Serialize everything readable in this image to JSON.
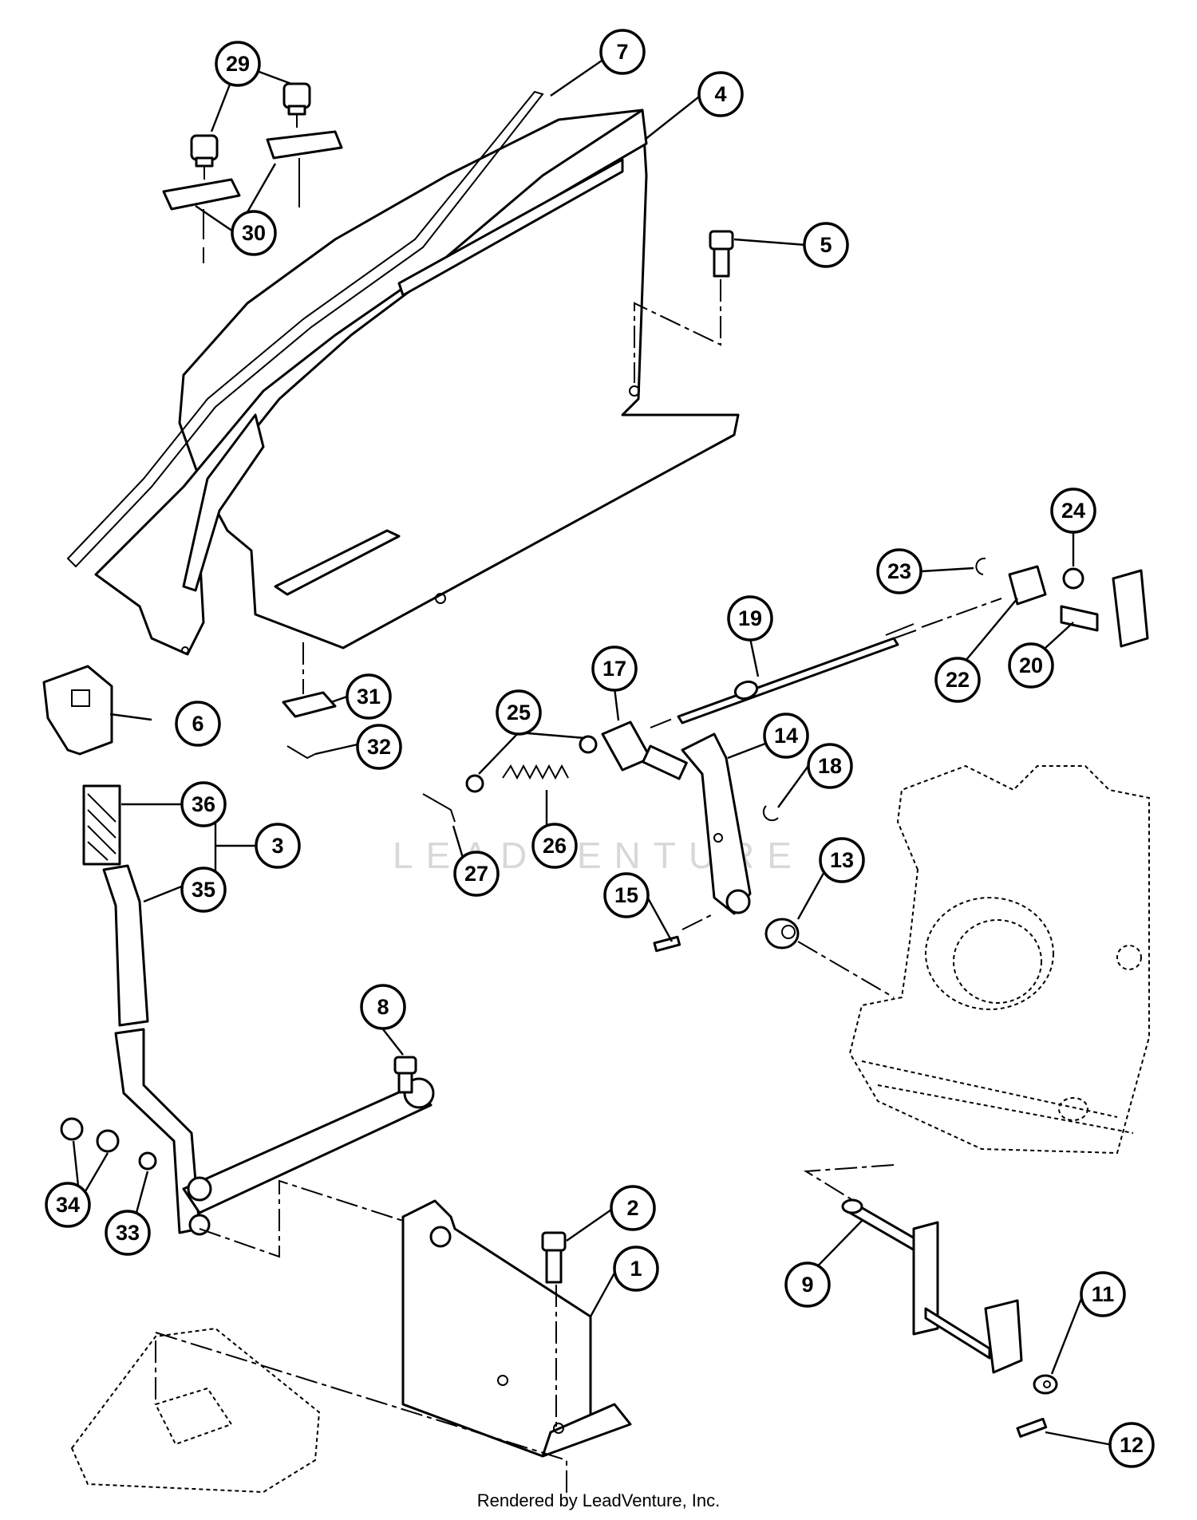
{
  "callouts": [
    "29",
    "7",
    "4",
    "30",
    "5",
    "24",
    "23",
    "19",
    "17",
    "22",
    "20",
    "31",
    "6",
    "25",
    "14",
    "32",
    "18",
    "36",
    "3",
    "26",
    "27",
    "35",
    "13",
    "15",
    "8",
    "2",
    "34",
    "1",
    "33",
    "9",
    "11",
    "12"
  ],
  "watermark": "LEADVENTURE",
  "footer": "Rendered by LeadVenture, Inc.",
  "colors": {
    "ink": "#000000",
    "paper": "#ffffff",
    "watermark": "#d8d8d8"
  }
}
